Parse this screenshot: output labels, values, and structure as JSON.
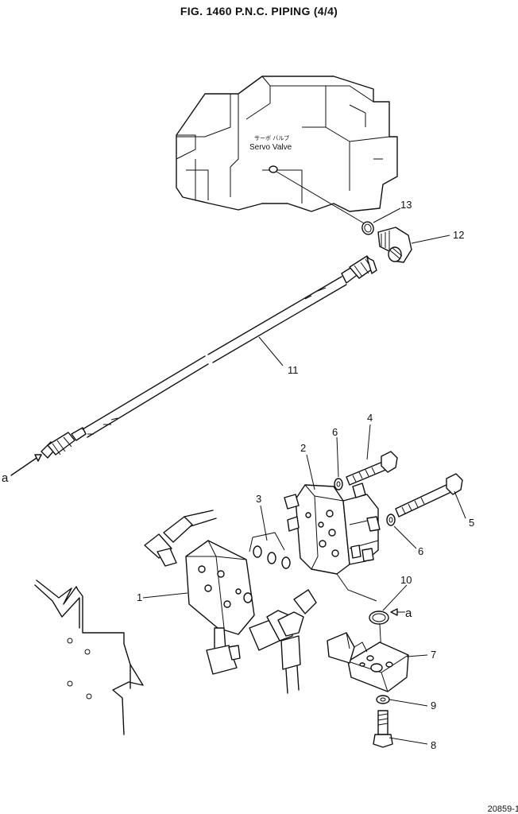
{
  "title": "FIG. 1460   P.N.C. PIPING (4/4)",
  "servo_valve": {
    "label_jp": "サーボ バルブ",
    "label_en": "Servo Valve"
  },
  "callouts": [
    "1",
    "2",
    "3",
    "4",
    "5",
    "6",
    "6",
    "7",
    "8",
    "9",
    "10",
    "11",
    "12",
    "13"
  ],
  "connection_marks": {
    "left": "a",
    "right": "a"
  },
  "drawing_number": "20859-1"
}
